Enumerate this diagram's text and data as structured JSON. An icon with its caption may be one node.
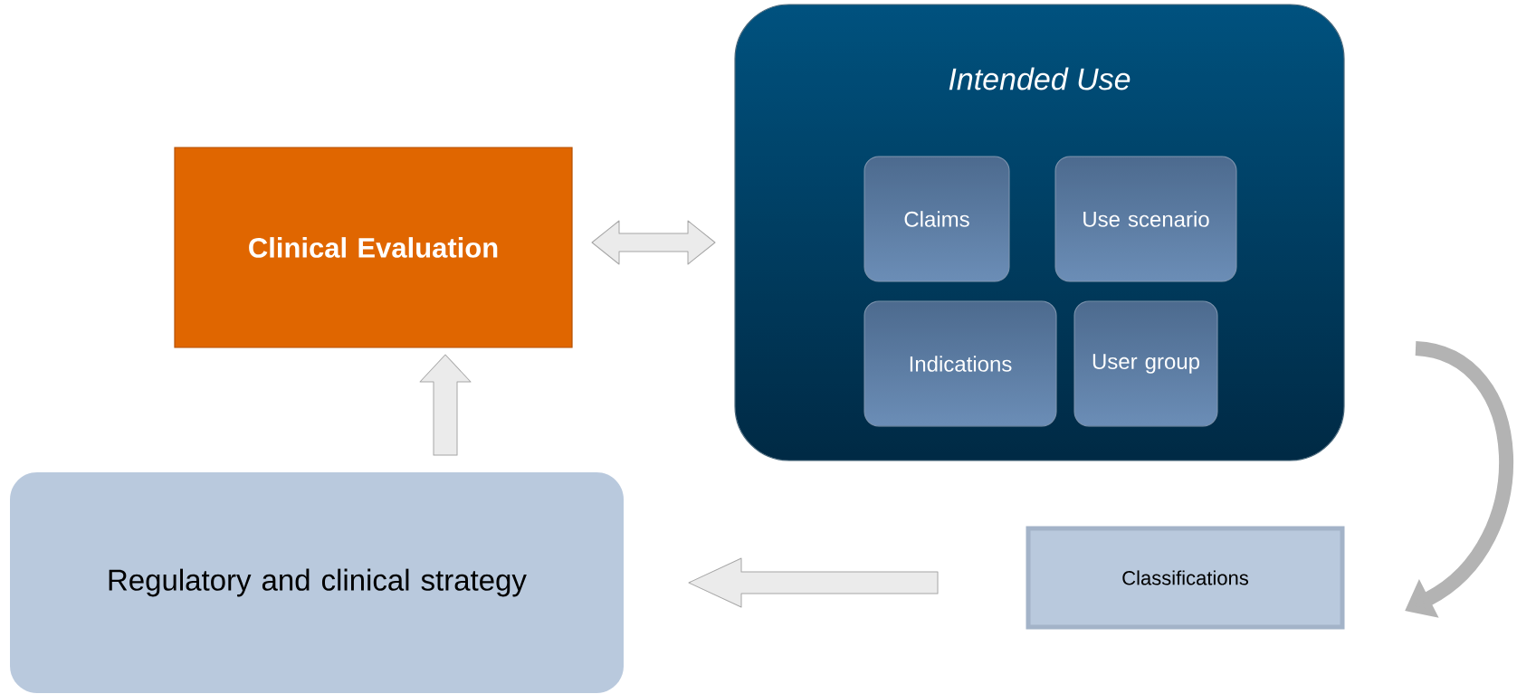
{
  "diagram": {
    "nodes": [
      {
        "text": [
          "Clinical Evaluation"
        ]
      },
      {
        "text": [
          "Intended Use"
        ]
      },
      {
        "text": [
          "Claims"
        ],
        "in": 1
      },
      {
        "text": [
          "Use scenario"
        ],
        "in": 1
      },
      {
        "text": [
          "Indications"
        ],
        "in": 1
      },
      {
        "text": [
          "User group"
        ],
        "in": 1
      },
      {
        "text": [
          "Regulatory and clinical strategy"
        ]
      },
      {
        "text": [
          "Classifications"
        ]
      }
    ],
    "edges": [
      {
        "from": 0,
        "to": 1,
        "arrow": "both"
      },
      {
        "from": 6,
        "to": 0,
        "arrow": "to"
      },
      {
        "from": 1,
        "to": 7,
        "arrow": "to",
        "color": "#b3b3b3"
      },
      {
        "from": 7,
        "to": 6,
        "arrow": "to"
      }
    ]
  }
}
